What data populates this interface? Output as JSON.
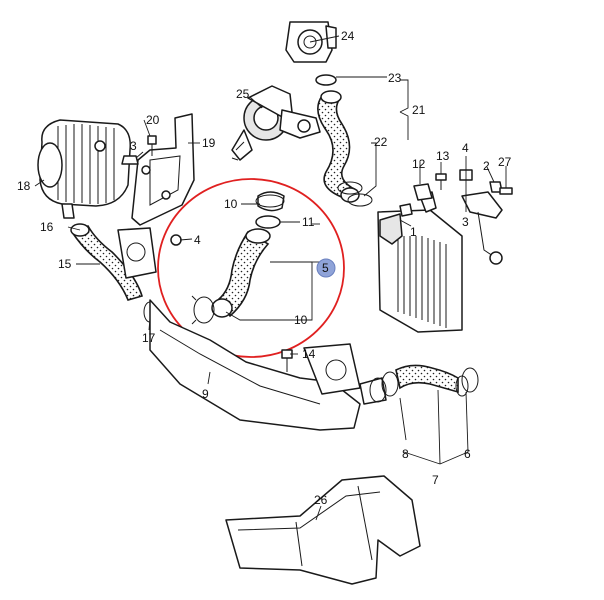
{
  "callouts": {
    "c1": "1",
    "c2": "2",
    "c3": "3",
    "c3b": "3",
    "c4": "4",
    "c4b": "4",
    "c5": "5",
    "c6": "6",
    "c7": "7",
    "c8": "8",
    "c9": "9",
    "c10a": "10",
    "c10b": "10",
    "c11": "11",
    "c12": "12",
    "c13": "13",
    "c14": "14",
    "c15": "15",
    "c16": "16",
    "c17": "17",
    "c18": "18",
    "c19": "19",
    "c20": "20",
    "c21": "21",
    "c22": "22",
    "c23": "23",
    "c24": "24",
    "c25": "25",
    "c26": "26",
    "c27": "27"
  },
  "highlight": {
    "ring_color": "#e02020",
    "badge_color": "#8fa3d8"
  }
}
